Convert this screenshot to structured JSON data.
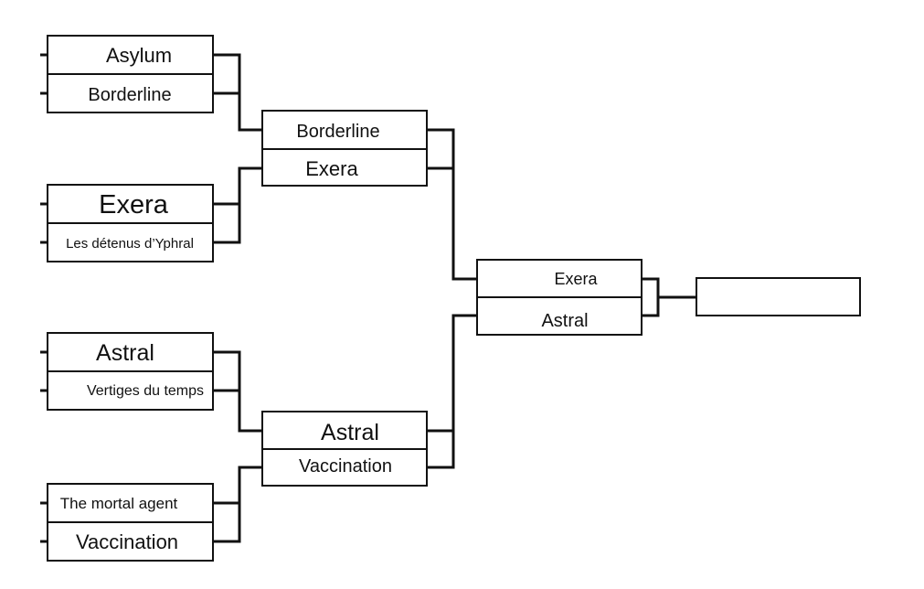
{
  "bracket": {
    "round1": [
      {
        "top": "Asylum",
        "bottom": "Borderline"
      },
      {
        "top": "Exera",
        "bottom": "Les détenus d’Yphral"
      },
      {
        "top": "Astral",
        "bottom": "Vertiges du temps"
      },
      {
        "top": "The mortal agent",
        "bottom": "Vaccination"
      }
    ],
    "round2": [
      {
        "top": "Borderline",
        "bottom": "Exera"
      },
      {
        "top": "Astral",
        "bottom": "Vaccination"
      }
    ],
    "final": {
      "top": "Exera",
      "bottom": "Astral"
    },
    "champion": ""
  }
}
